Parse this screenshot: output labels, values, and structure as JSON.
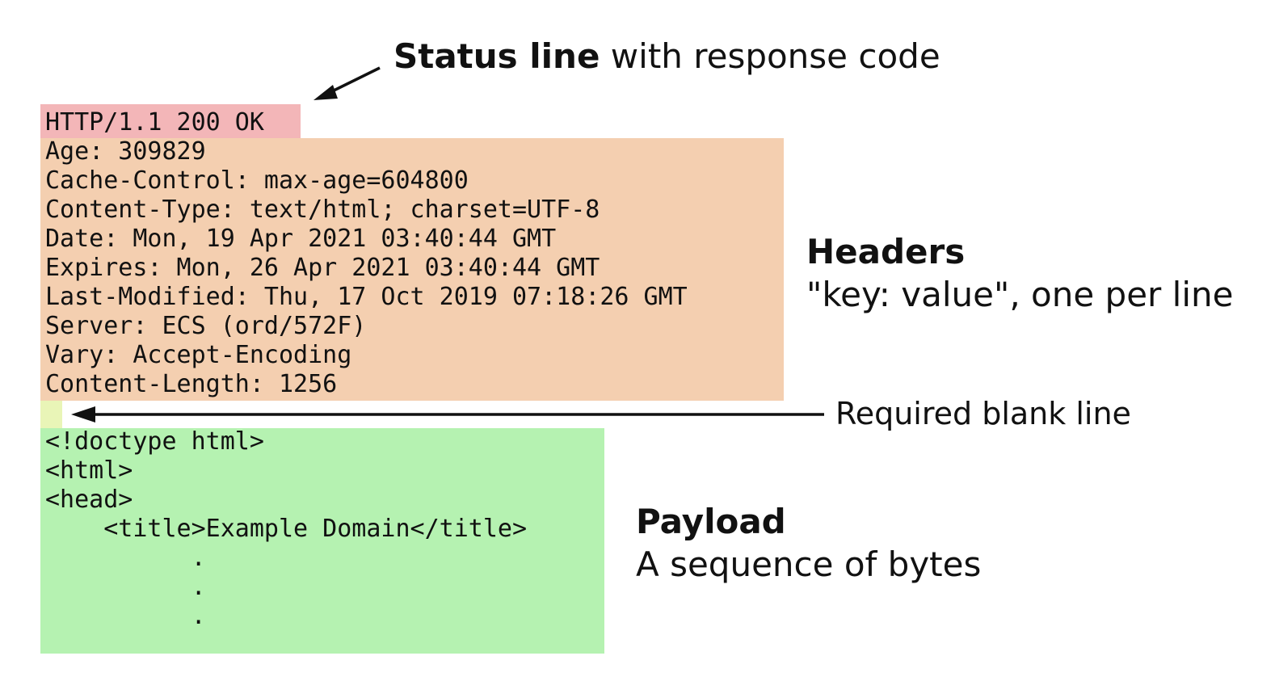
{
  "status": {
    "line": "HTTP/1.1 200 OK",
    "annotation_bold": "Status line",
    "annotation_rest": " with response code"
  },
  "headers": {
    "lines": [
      "Age: 309829",
      "Cache-Control: max-age=604800",
      "Content-Type: text/html; charset=UTF-8",
      "Date: Mon, 19 Apr 2021 03:40:44 GMT",
      "Expires: Mon, 26 Apr 2021 03:40:44 GMT",
      "Last-Modified: Thu, 17 Oct 2019 07:18:26 GMT",
      "Server: ECS (ord/572F)",
      "Vary: Accept-Encoding",
      "Content-Length: 1256"
    ],
    "title": "Headers",
    "description": "\"key: value\", one per line"
  },
  "blank_line": {
    "label": "Required blank line"
  },
  "payload": {
    "lines": [
      "<!doctype html>",
      "<html>",
      "<head>",
      "    <title>Example Domain</title>",
      "          .",
      "          .",
      "          ."
    ],
    "title": "Payload",
    "description": "A sequence of bytes"
  },
  "colors": {
    "status_bg": "#f3b6b8",
    "headers_bg": "#f4cfb0",
    "blank_bg": "#e9f5b7",
    "payload_bg": "#b5f2b1"
  }
}
